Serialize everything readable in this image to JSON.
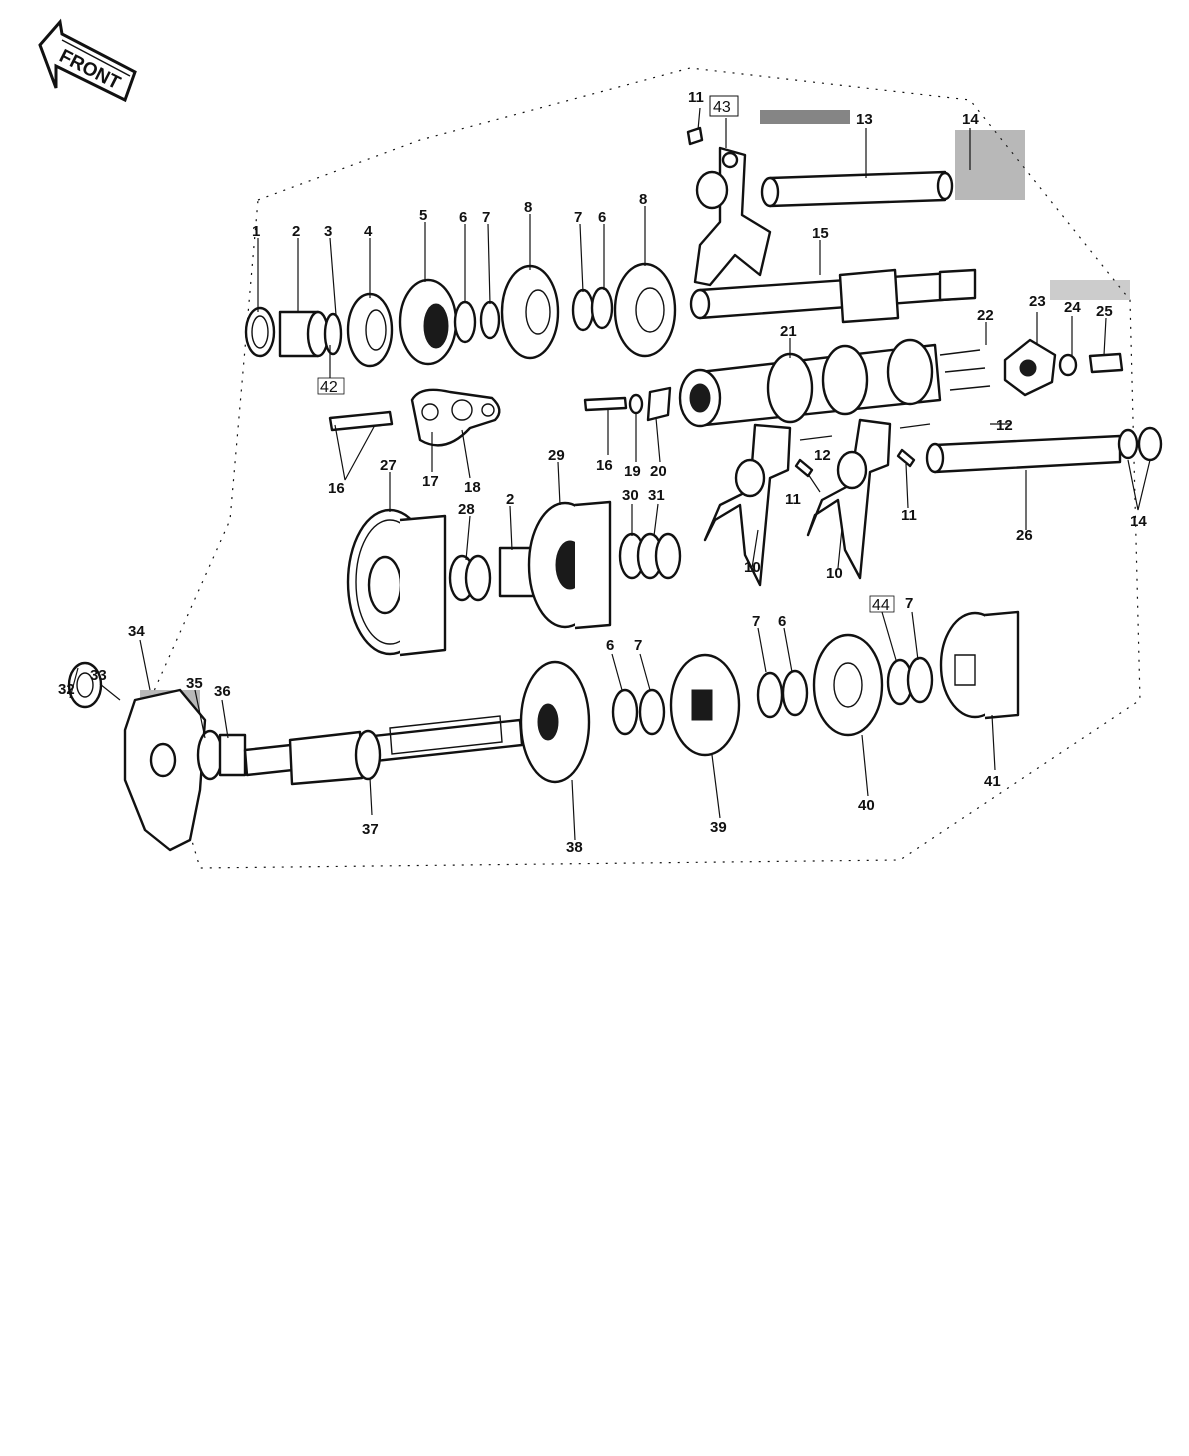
{
  "front_label": "FRONT",
  "callouts": {
    "c1": "1",
    "c2a": "2",
    "c3": "3",
    "c4": "4",
    "c5": "5",
    "c6a": "6",
    "c7a": "7",
    "c8a": "8",
    "c7b": "7",
    "c6b": "6",
    "c8b": "8",
    "c11a": "11",
    "c43": "43",
    "c13": "13",
    "c14a": "14",
    "c15": "15",
    "c21": "21",
    "c22": "22",
    "c23": "23",
    "c24": "24",
    "c25": "25",
    "c42": "42",
    "c16a": "16",
    "c17": "17",
    "c18": "18",
    "c16b": "16",
    "c19": "19",
    "c20": "20",
    "c12a": "12",
    "c12b": "12",
    "c11b": "11",
    "c11c": "11",
    "c10a": "10",
    "c10b": "10",
    "c26": "26",
    "c14b": "14",
    "c27": "27",
    "c28": "28",
    "c2b": "2",
    "c29": "29",
    "c30": "30",
    "c31": "31",
    "c34": "34",
    "c32": "32",
    "c33": "33",
    "c35": "35",
    "c36": "36",
    "c37": "37",
    "c38": "38",
    "c39": "39",
    "c40": "40",
    "c41": "41",
    "c6c": "6",
    "c7c": "7",
    "c7d": "7",
    "c6d": "6",
    "c44": "44",
    "c7e": "7"
  }
}
